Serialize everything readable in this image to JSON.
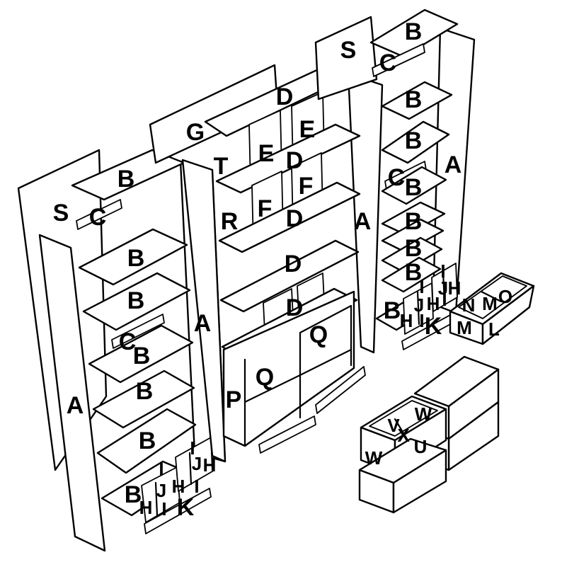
{
  "labels": {
    "A": "A",
    "B": "B",
    "C": "C",
    "D": "D",
    "E": "E",
    "F": "F",
    "G": "G",
    "H": "H",
    "I": "I",
    "J": "J",
    "K": "K",
    "L": "L",
    "M": "M",
    "N": "N",
    "O": "O",
    "P": "P",
    "Q": "Q",
    "R": "R",
    "S": "S",
    "T": "T",
    "U": "U",
    "V": "V",
    "W": "W",
    "X": "X"
  },
  "colors": {
    "stroke": "#000000",
    "fill": "#ffffff"
  }
}
